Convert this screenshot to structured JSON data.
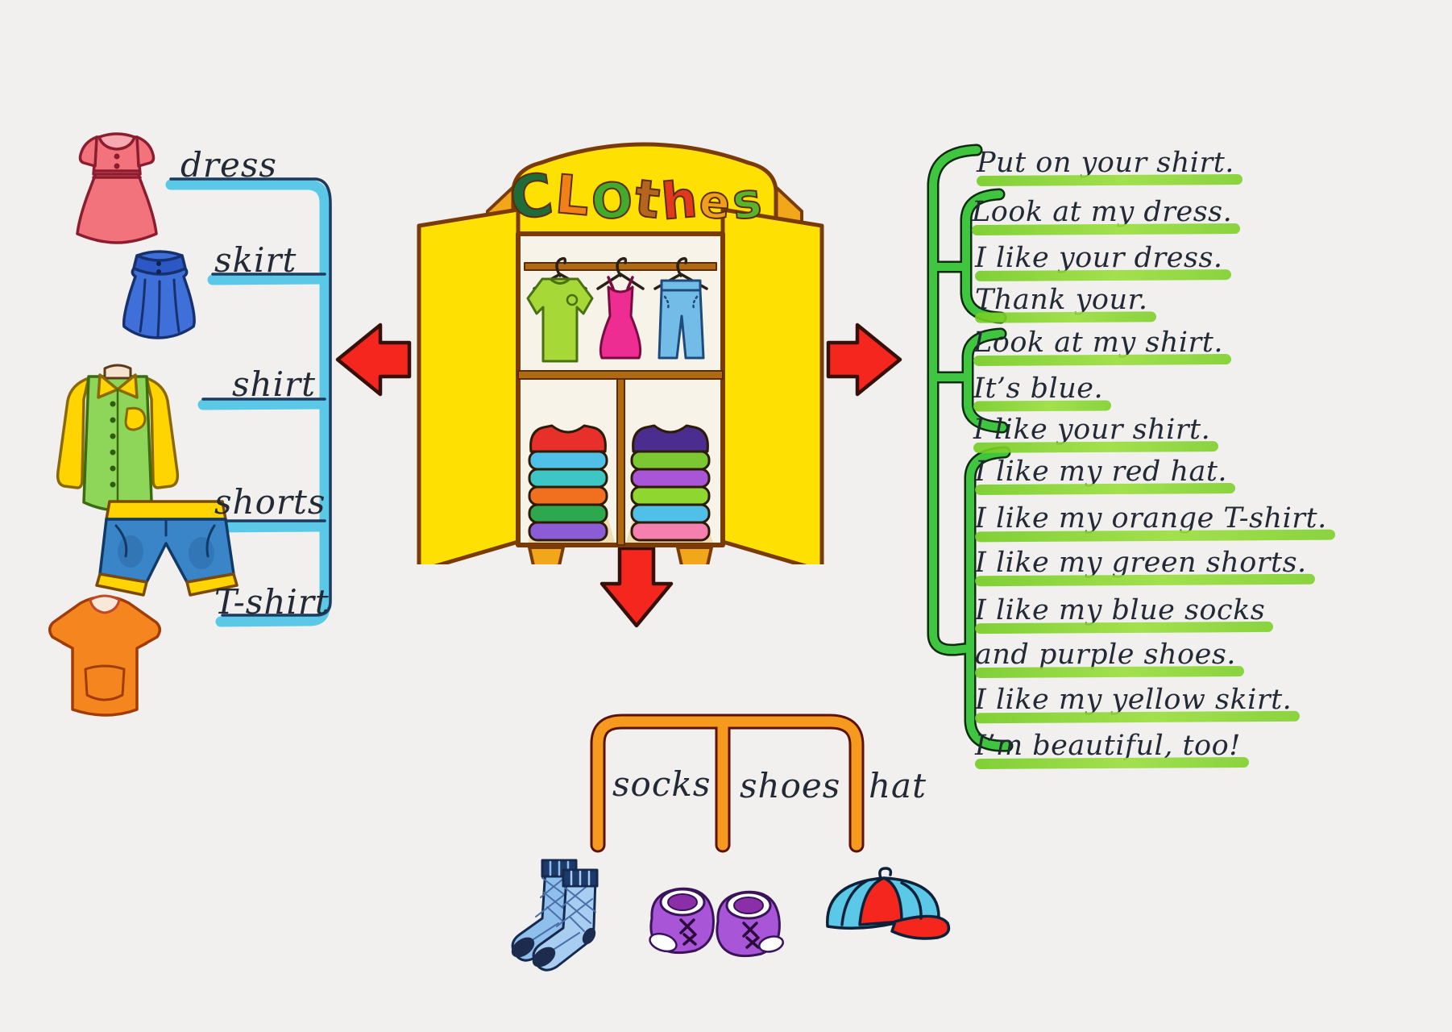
{
  "title": {
    "word": "CLOthes",
    "letters": [
      {
        "ch": "C",
        "css": "color:#206b3a"
      },
      {
        "ch": "L",
        "css": "color:#f08018"
      },
      {
        "ch": "O",
        "css": "color:#42ab2e"
      },
      {
        "ch": "t",
        "css": "color:#b5651d"
      },
      {
        "ch": "h",
        "css": "color:#e0391e"
      },
      {
        "ch": "e",
        "css": "color:#f09e1c"
      },
      {
        "ch": "s",
        "css": "color:#57b42c"
      }
    ]
  },
  "left_branch": {
    "items": [
      {
        "label": "dress",
        "icon": "dress-icon"
      },
      {
        "label": "skirt",
        "icon": "skirt-icon"
      },
      {
        "label": "shirt",
        "icon": "shirt-icon"
      },
      {
        "label": "shorts",
        "icon": "shorts-icon"
      },
      {
        "label": "T-shirt",
        "icon": "tshirt-icon"
      }
    ]
  },
  "bottom_branch": {
    "items": [
      {
        "label": "socks",
        "icon": "socks-icon"
      },
      {
        "label": "shoes",
        "icon": "shoes-icon"
      },
      {
        "label": "hat",
        "icon": "hat-icon"
      }
    ]
  },
  "right_branch": {
    "sentences": [
      "Put on your shirt.",
      "Look at my dress.",
      "I like your dress.",
      "Thank your.",
      "Look at my shirt.",
      "It’s blue.",
      "I like your shirt.",
      "I like my red hat.",
      "I like my orange T-shirt.",
      "I like my green shorts.",
      "I like my blue socks",
      "and purple shoes.",
      "I like my yellow skirt.",
      "I’m beautiful, too!"
    ]
  },
  "colors": {
    "background": "#f1f0ee",
    "ink": "#232a36",
    "bracket-blue": "#5bc8e8",
    "bracket-blue-edge": "#1d3a5f",
    "bracket-green": "#3fc53f",
    "bracket-orange": "#f6991f",
    "arrow-red": "#f5261d",
    "hl": "#84d52c",
    "wardrobe-yellow": "#ffe003",
    "wardrobe-brown": "#7a3b06"
  }
}
